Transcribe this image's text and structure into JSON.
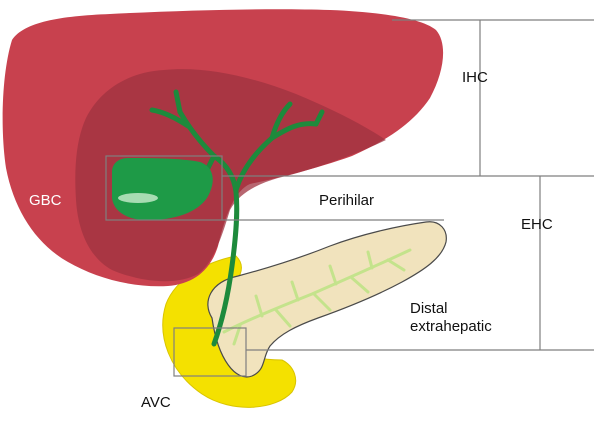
{
  "labels": {
    "ihc": "IHC",
    "perihilar": "Perihilar",
    "ehc": "EHC",
    "gbc": "GBC",
    "distal_line1": "Distal",
    "distal_line2": "extrahepatic",
    "avc": "AVC"
  },
  "colors": {
    "liver": "#c8414e",
    "liver_inner": "#9f3340",
    "duodenum": "#f4e100",
    "pancreas": "#f1e3bd",
    "pancreatic_duct": "#c4e38c",
    "bile_duct": "#1d8a3c",
    "gallbladder": "#1e9a47",
    "guide_line": "#7f7f7f",
    "text_light": "#ffffff",
    "text_dark": "#111111"
  }
}
